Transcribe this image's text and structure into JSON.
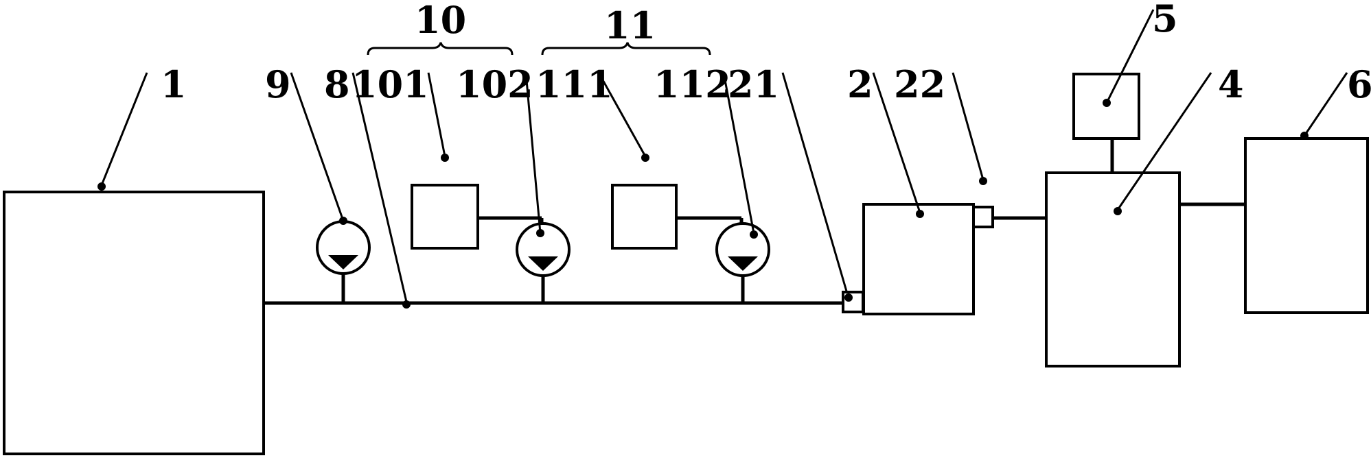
{
  "figure": {
    "labels": {
      "l1": "1",
      "l2": "2",
      "l4": "4",
      "l5": "5",
      "l6": "6",
      "l8": "8",
      "l9": "9",
      "l10": "10",
      "l11": "11",
      "l21": "21",
      "l22": "22",
      "l101": "101",
      "l102": "102",
      "l111": "111",
      "l112": "112"
    }
  }
}
